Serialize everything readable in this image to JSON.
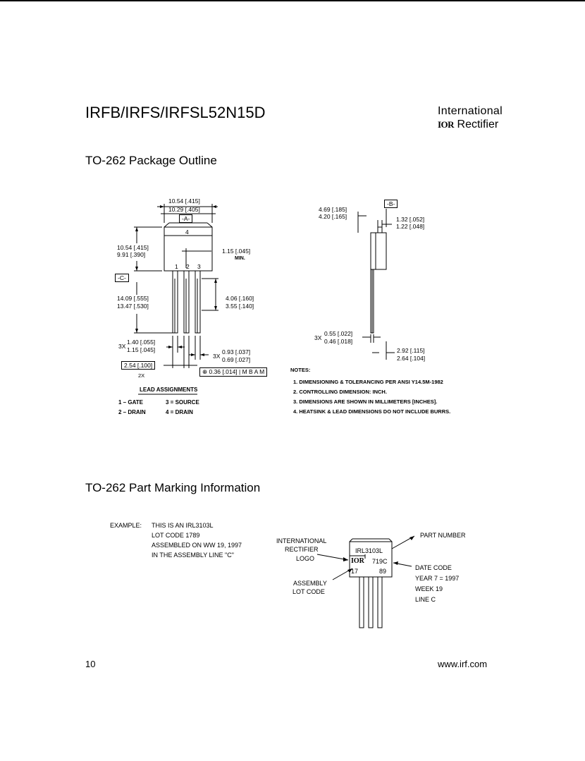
{
  "header": {
    "part_number": "IRFB/IRFS/IRFSL52N15D",
    "brand_line1": "International",
    "brand_logo": "IOR",
    "brand_line2": "Rectifier"
  },
  "package_outline": {
    "title": "TO-262 Package Outline",
    "dims": {
      "width_top": "10.54 [.415]",
      "width_bot": "10.29 [.405]",
      "datum_a": "-A-",
      "tab_num": "4",
      "height_top": "10.54 [.415]",
      "height_bot": "9.91 [.390]",
      "pin_label": "1.15 [.045]",
      "pin_min": "MIN.",
      "pins": [
        "1",
        "2",
        "3"
      ],
      "datum_c": "-C-",
      "lead_top": "14.09 [.555]",
      "lead_bot": "13.47 [.530]",
      "lead_sp_top": "4.06 [.160]",
      "lead_sp_bot": "3.55 [.140]",
      "x3a": "3X",
      "lw_top": "1.40 [.055]",
      "lw_bot": "1.15 [.045]",
      "x3b": "3X",
      "lt_top": "0.93 [.037]",
      "lt_bot": "0.69 [.027]",
      "pitch": "2.54 [.100]",
      "pitch_x": "2X",
      "tolerance": "0.36 [.014]",
      "tol_ref": "M B A M",
      "side_top": "4.69 [.185]",
      "side_bot": "4.20 [.165]",
      "datum_b": "-B-",
      "tab_top": "1.32 [.052]",
      "tab_bot": "1.22 [.048]",
      "x3c": "3X",
      "pt_top": "0.55 [.022]",
      "pt_bot": "0.46 [.018]",
      "off_top": "2.92 [.115]",
      "off_bot": "2.64 [.104]"
    },
    "lead_assignments": {
      "title": "LEAD ASSIGNMENTS",
      "gate": "1 – GATE",
      "source": "3 = SOURCE",
      "drain2": "2 – DRAIN",
      "drain4": "4 = DRAIN"
    },
    "notes": {
      "title": "NOTES:",
      "items": [
        "1.  DIMENSIONING & TOLERANCING PER ANSI Y14.5M-1982",
        "2.  CONTROLLING DIMENSION: INCH.",
        "3.  DIMENSIONS ARE SHOWN IN MILLIMETERS [INCHES].",
        "4.  HEATSINK & LEAD DIMENSIONS DO NOT INCLUDE BURRS."
      ]
    }
  },
  "part_marking": {
    "title": "TO-262 Part Marking Information",
    "example_label": "EXAMPLE:",
    "example_lines": [
      "THIS IS AN IRL3103L",
      "LOT CODE 1789",
      "ASSEMBLED ON WW 19, 1997",
      "IN THE ASSEMBLY LINE \"C\""
    ],
    "logo_label": [
      "INTERNATIONAL",
      "RECTIFIER",
      "LOGO"
    ],
    "assembly_label": [
      "ASSEMBLY",
      "LOT CODE"
    ],
    "part_number_label": "PART NUMBER",
    "date_code_label": [
      "DATE CODE",
      "YEAR 7 = 1997",
      "WEEK 19",
      "LINE C"
    ],
    "chip": {
      "part": "IRL3103L",
      "logo": "IOR",
      "date": "719C",
      "lot_a": "17",
      "lot_b": "89"
    }
  },
  "footer": {
    "page": "10",
    "url": "www.irf.com"
  }
}
